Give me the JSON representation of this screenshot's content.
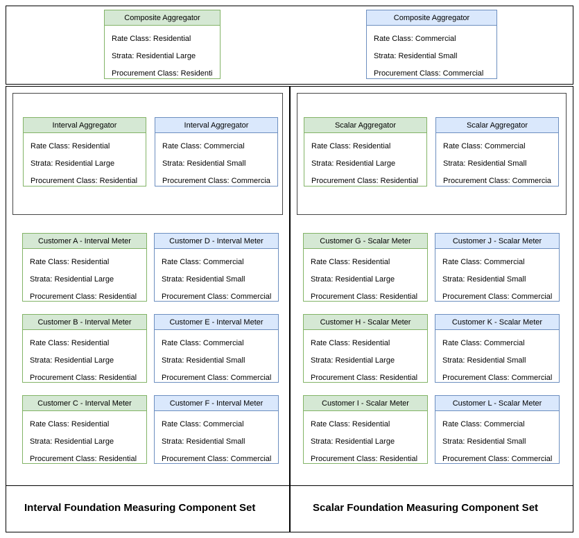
{
  "attribute_labels": {
    "rate_class": "Rate Class:",
    "strata": "Strata:",
    "procurement_class": "Procurement Class:"
  },
  "values": {
    "residential": {
      "rate_class": "Rate Class: Residential",
      "strata": "Strata: Residential Large",
      "procurement_class": "Procurement Class: Residential"
    },
    "commercial": {
      "rate_class": "Rate Class: Commercial",
      "strata": "Strata: Residential Small",
      "procurement_class": "Procurement Class: Commercial"
    }
  },
  "colors": {
    "green_fill": "#d5e8d4",
    "green_stroke": "#82b366",
    "blue_fill": "#dae8fc",
    "blue_stroke": "#6c8ebf",
    "box_stroke": "#666666",
    "frame_stroke": "#000000",
    "background": "#ffffff",
    "text": "#000000"
  },
  "composite": {
    "left": {
      "title": "Composite Aggregator",
      "rate_class": "Rate Class: Residential",
      "strata": "Strata: Residential Large",
      "procurement_class": "Procurement Class: Residential"
    },
    "right": {
      "title": "Composite Aggregator",
      "rate_class": "Rate Class: Commercial",
      "strata": "Strata: Residential Small",
      "procurement_class": "Procurement Class: Commercial"
    }
  },
  "aggregators": {
    "interval_green": {
      "title": "Interval Aggregator",
      "rate_class": "Rate Class: Residential",
      "strata": "Strata: Residential Large",
      "procurement_class": "Procurement Class: Residential"
    },
    "interval_blue": {
      "title": "Interval Aggregator",
      "rate_class": "Rate Class: Commercial",
      "strata": "Strata: Residential Small",
      "procurement_class": "Procurement Class: Commercial"
    },
    "scalar_green": {
      "title": "Scalar Aggregator",
      "rate_class": "Rate Class: Residential",
      "strata": "Strata: Residential Large",
      "procurement_class": "Procurement Class: Residential"
    },
    "scalar_blue": {
      "title": "Scalar Aggregator",
      "rate_class": "Rate Class: Commercial",
      "strata": "Strata: Residential Small",
      "procurement_class": "Procurement Class: Commercial"
    }
  },
  "meters": {
    "a": {
      "title": "Customer A - Interval Meter",
      "rate_class": "Rate Class: Residential",
      "strata": "Strata: Residential Large",
      "procurement_class": "Procurement Class: Residential"
    },
    "b": {
      "title": "Customer B - Interval Meter",
      "rate_class": "Rate Class: Residential",
      "strata": "Strata: Residential Large",
      "procurement_class": "Procurement Class: Residential"
    },
    "c": {
      "title": "Customer C - Interval Meter",
      "rate_class": "Rate Class: Residential",
      "strata": "Strata: Residential Large",
      "procurement_class": "Procurement Class: Residential"
    },
    "d": {
      "title": "Customer D - Interval Meter",
      "rate_class": "Rate Class: Commercial",
      "strata": "Strata: Residential Small",
      "procurement_class": "Procurement Class: Commercial"
    },
    "e": {
      "title": "Customer E - Interval Meter",
      "rate_class": "Rate Class: Commercial",
      "strata": "Strata: Residential Small",
      "procurement_class": "Procurement Class: Commercial"
    },
    "f": {
      "title": "Customer F - Interval Meter",
      "rate_class": "Rate Class: Commercial",
      "strata": "Strata: Residential Small",
      "procurement_class": "Procurement Class: Commercial"
    },
    "g": {
      "title": "Customer G - Scalar Meter",
      "rate_class": "Rate Class: Residential",
      "strata": "Strata: Residential Large",
      "procurement_class": "Procurement Class: Residential"
    },
    "h": {
      "title": "Customer H - Scalar Meter",
      "rate_class": "Rate Class: Residential",
      "strata": "Strata: Residential Large",
      "procurement_class": "Procurement Class: Residential"
    },
    "i": {
      "title": "Customer I - Scalar Meter",
      "rate_class": "Rate Class: Residential",
      "strata": "Strata: Residential Large",
      "procurement_class": "Procurement Class: Residential"
    },
    "j": {
      "title": "Customer J - Scalar Meter",
      "rate_class": "Rate Class: Commercial",
      "strata": "Strata: Residential Small",
      "procurement_class": "Procurement Class: Commercial"
    },
    "k": {
      "title": "Customer K - Scalar Meter",
      "rate_class": "Rate Class: Commercial",
      "strata": "Strata: Residential Small",
      "procurement_class": "Procurement Class: Commercial"
    },
    "l": {
      "title": "Customer L - Scalar Meter",
      "rate_class": "Rate Class: Commercial",
      "strata": "Strata: Residential Small",
      "procurement_class": "Procurement Class: Commercial"
    }
  },
  "panels": {
    "interval_title": "Interval Foundation Measuring Component Set",
    "scalar_title": "Scalar Foundation Measuring Component Set"
  }
}
